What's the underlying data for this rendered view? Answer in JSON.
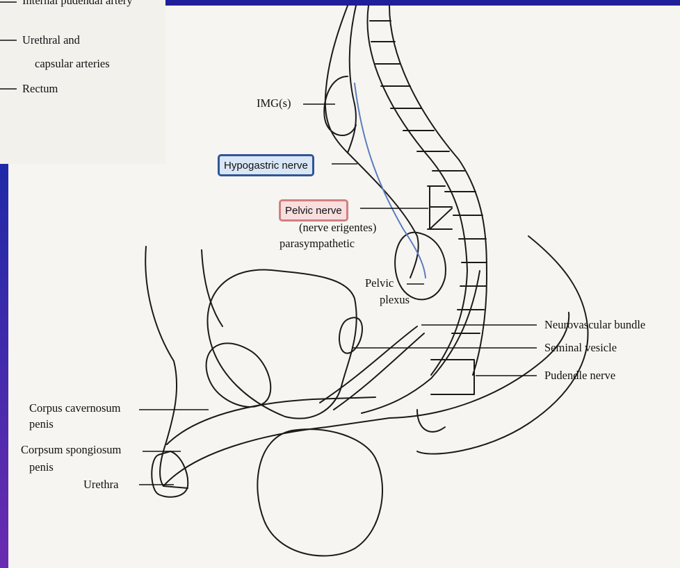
{
  "colors": {
    "slide_bar": "#1f1f9a",
    "highlight_blue": "#2f5597",
    "highlight_red": "#d08080"
  },
  "inset_labels": {
    "top_cut": "Internal pudendal artery",
    "urethral_capsular": "Urethral and",
    "urethral_capsular_2": "capsular arteries",
    "rectum": "Rectum"
  },
  "labels": {
    "img": "IMG(s)",
    "hypogastric": "Hypogastric nerve",
    "pelvic_nerve": "Pelvic nerve",
    "nerve_erigentes": "(nerve erigentes)",
    "parasympathetic": "parasympathetic",
    "pelvic": "Pelvic",
    "plexus": "plexus",
    "neurovascular": "Neurovascular bundle",
    "seminal": "Seminal vesicle",
    "pudendle": "Pudendle nerve",
    "cc_1": "Corpus cavernosum",
    "cc_2": "penis",
    "cs_1": "Corpsum spongiosum",
    "cs_2": "penis",
    "urethra": "Urethra"
  }
}
